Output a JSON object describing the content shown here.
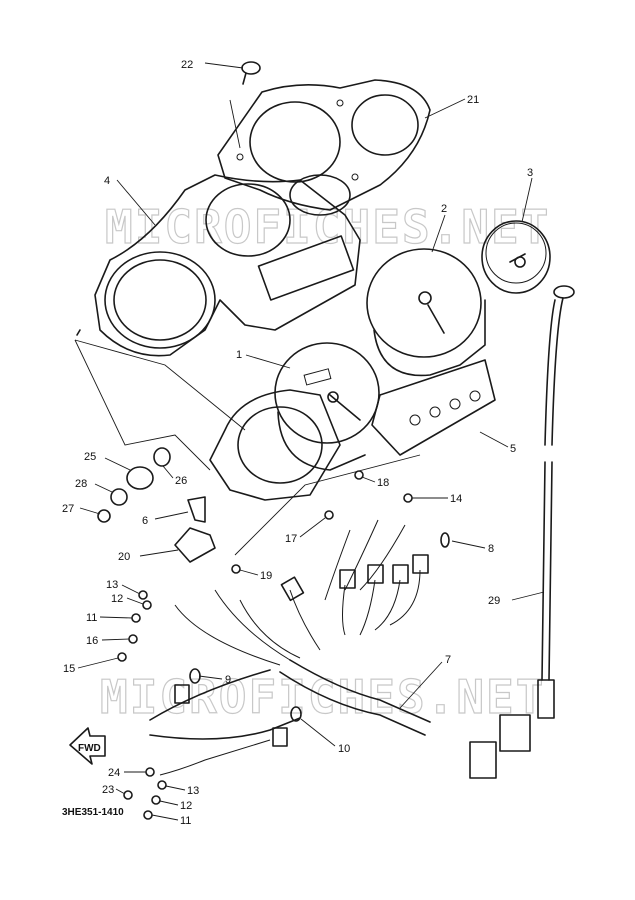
{
  "watermark": "MICROFICHES.NET",
  "drawing_code": "3HE351-1410",
  "direction_arrow": "FWD",
  "callouts": [
    {
      "id": "c22",
      "text": "22"
    },
    {
      "id": "c21",
      "text": "21"
    },
    {
      "id": "c4",
      "text": "4"
    },
    {
      "id": "c3",
      "text": "3"
    },
    {
      "id": "c2",
      "text": "2"
    },
    {
      "id": "c1",
      "text": "1"
    },
    {
      "id": "c5",
      "text": "5"
    },
    {
      "id": "c25",
      "text": "25"
    },
    {
      "id": "c26",
      "text": "26"
    },
    {
      "id": "c28",
      "text": "28"
    },
    {
      "id": "c27",
      "text": "27"
    },
    {
      "id": "c18",
      "text": "18"
    },
    {
      "id": "c14",
      "text": "14"
    },
    {
      "id": "c6",
      "text": "6"
    },
    {
      "id": "c17",
      "text": "17"
    },
    {
      "id": "c8",
      "text": "8"
    },
    {
      "id": "c20",
      "text": "20"
    },
    {
      "id": "c19",
      "text": "19"
    },
    {
      "id": "c13a",
      "text": "13"
    },
    {
      "id": "c12a",
      "text": "12"
    },
    {
      "id": "c11a",
      "text": "11"
    },
    {
      "id": "c29",
      "text": "29"
    },
    {
      "id": "c16",
      "text": "16"
    },
    {
      "id": "c15",
      "text": "15"
    },
    {
      "id": "c7",
      "text": "7"
    },
    {
      "id": "c9",
      "text": "9"
    },
    {
      "id": "c10",
      "text": "10"
    },
    {
      "id": "c24",
      "text": "24"
    },
    {
      "id": "c23",
      "text": "23"
    },
    {
      "id": "c13b",
      "text": "13"
    },
    {
      "id": "c12b",
      "text": "12"
    },
    {
      "id": "c11b",
      "text": "11"
    }
  ]
}
